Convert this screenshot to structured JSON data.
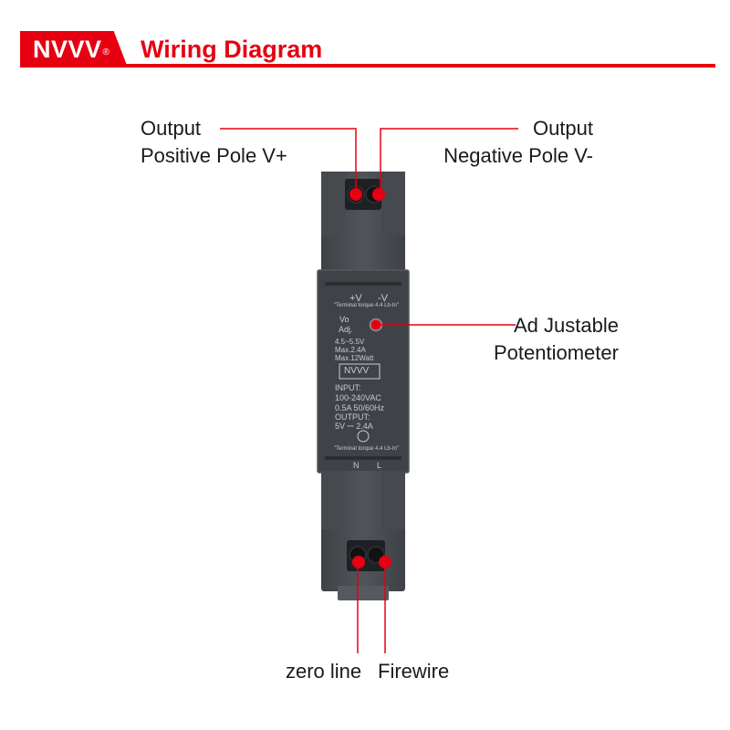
{
  "header": {
    "brand": "NVVV",
    "registered": "®",
    "title": "Wiring Diagram"
  },
  "labels": {
    "output_positive": [
      "Output",
      "Positive Pole V+"
    ],
    "output_negative": [
      "Output",
      "Negative Pole V-"
    ],
    "potentiometer": [
      "Ad Justable",
      "Potentiometer"
    ],
    "zero_line": "zero line",
    "firewire": "Firewire"
  },
  "panel": {
    "plus_v": "+V",
    "minus_v": "-V",
    "torque_top": "\"Terminal torque 4.4 Lb-In\"",
    "vo": "Vo",
    "adj": "Adj.",
    "range": "4.5~5.5V",
    "max_current": "Max.2.4A",
    "max_power": "Max.12Watt",
    "logo": "NVVV",
    "input_label": "INPUT:",
    "input_voltage": "100-240VAC",
    "input_rating": "0.5A  50/60Hz",
    "output_label": "OUTPUT:",
    "output_rating": "5V  ⎓  2.4A",
    "torque_bottom": "\"Terminal torque 4.4 Lb-In\"",
    "n": "N",
    "l": "L"
  },
  "colors": {
    "accent": "#e60012",
    "device_body": "#4a4e52",
    "panel": "#3f4347"
  }
}
